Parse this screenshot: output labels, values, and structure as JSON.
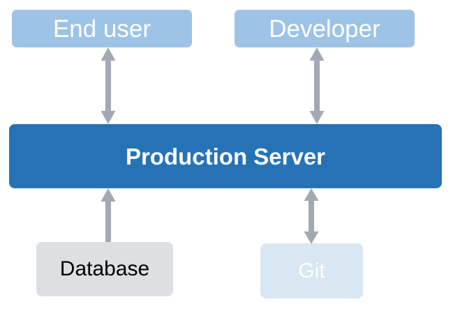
{
  "diagram": {
    "nodes": {
      "end_user": {
        "label": "End user"
      },
      "developer": {
        "label": "Developer"
      },
      "production_server": {
        "label": "Production Server"
      },
      "database": {
        "label": "Database"
      },
      "git": {
        "label": "Git"
      }
    },
    "edges": [
      {
        "from": "End user",
        "to": "Production Server",
        "direction": "bidirectional"
      },
      {
        "from": "Developer",
        "to": "Production Server",
        "direction": "bidirectional"
      },
      {
        "from": "Database",
        "to": "Production Server",
        "direction": "up"
      },
      {
        "from": "Git",
        "to": "Production Server",
        "direction": "bidirectional"
      }
    ],
    "colors": {
      "light_blue_node": "#9DC3E6",
      "primary_blue_node": "#2573B5",
      "gray_node": "#DCE0E3",
      "pale_blue_node": "#D8E7F1",
      "arrow": "#A2A9B3",
      "text_light": "#FFFFFF",
      "text_dark": "#000000",
      "background": "#FFFFFF"
    }
  }
}
